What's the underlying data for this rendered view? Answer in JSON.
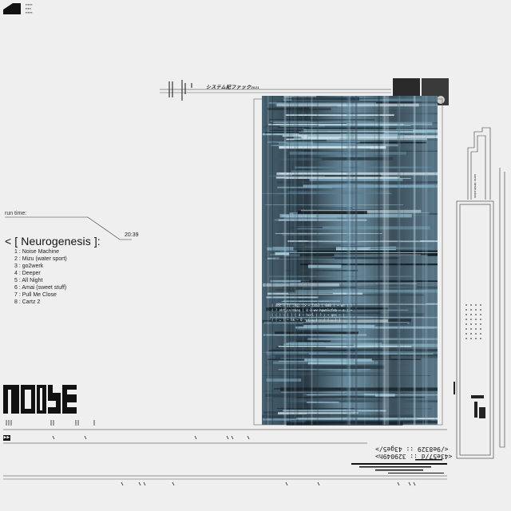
{
  "header": {
    "title_jp": "システム記ファック",
    "year": "2021"
  },
  "left_panel": {
    "runtime_label": "run time:",
    "runtime_value": "20:39",
    "album_title": "< [ Neurogenesis ]:",
    "tracks": [
      "1 : Noise Machine",
      "2 : Mizu (water sport)",
      "3 : go2werk",
      "4 : Deeper",
      "5 : All Night",
      "6 : Amai (sweet stuff)",
      "7 : Pull Me Close",
      "8 : Cartz 2"
    ]
  },
  "codes": {
    "line_1": "<43e57/d :: 329049h>",
    "line_2": "</9e8329 :: 43ge5/>"
  },
  "overlay_text": [
    "( xoc ~ ([ ;hg; ]> ~ lsb3 [ 0d0 ] ~ wn ] )",
    "( ? ehtjsnrmmaq [ 0 ] wv hpwnlcfeb ~ e ) ~",
    "( ( ) ~ ( ( ( d ~ hsrl ( ? ) ~ qes ~ )",
    "( ( … ) ~ hk ~ 0 ~ ( … ) ~ ( ( … ) )"
  ],
  "side_label": "sonic destruction",
  "colors": {
    "background": "#efefef",
    "ink": "#111111",
    "glitch_dark": "#2d3d47",
    "glitch_light": "#8fb8cc"
  }
}
